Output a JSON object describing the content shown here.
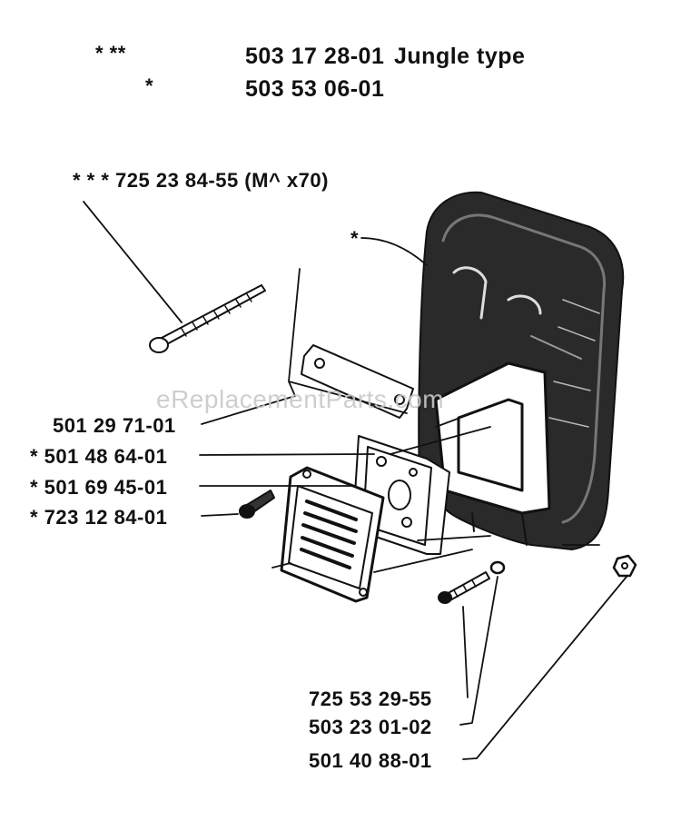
{
  "header": {
    "line1_stars": "*   **",
    "line1_part": "503 17 28-01",
    "line1_note": "Jungle type",
    "line2_star": "*",
    "line2_part": "503 53 06-01"
  },
  "callouts": {
    "bolt_long": "* *  *  725 23 84-55 (M^ x70)",
    "cover_star": "*",
    "plate": "501 29 71-01",
    "gasket1": "*  501 48 64-01",
    "gasket2": "*  501 69 45-01",
    "screw": "*  723 12 84-01",
    "bolt_small": "725 53 29-55",
    "washer": "503 23 01-02",
    "nut": "501 40 88-01"
  },
  "watermark": "eReplacementParts.com"
}
